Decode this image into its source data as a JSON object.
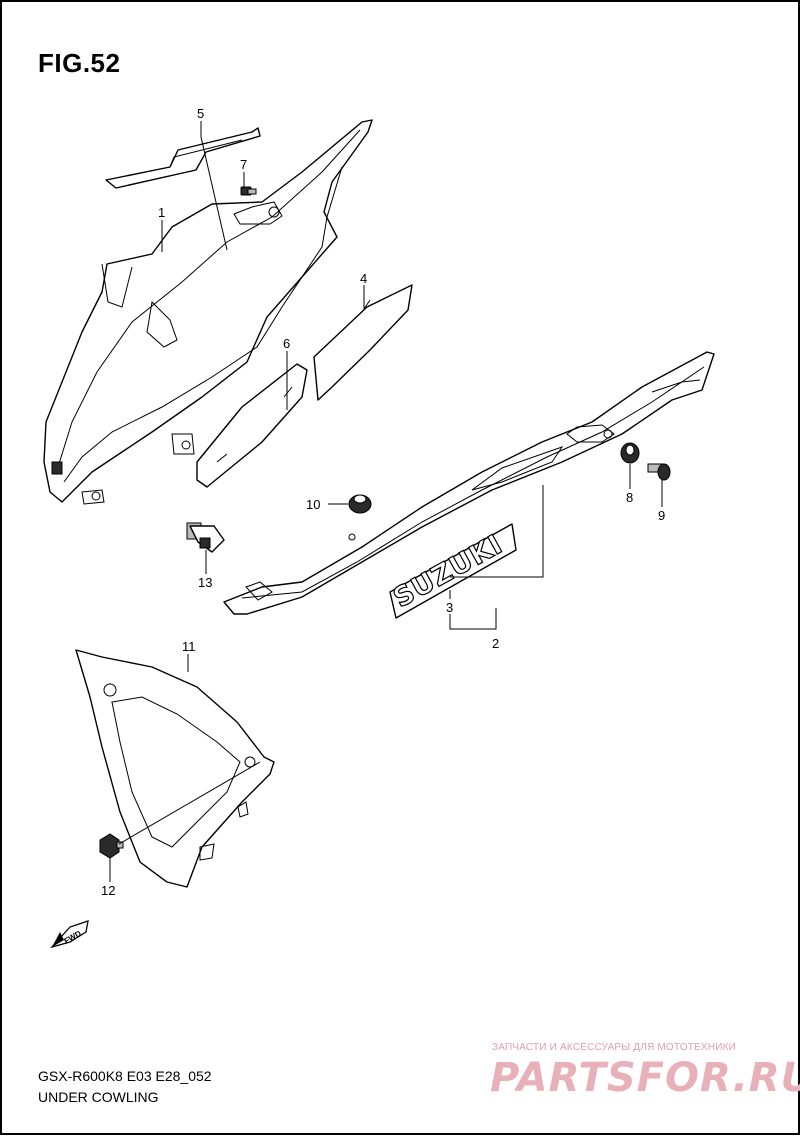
{
  "figure": {
    "title": "FIG.52",
    "model_code": "GSX-R600K8 E03 E28_052",
    "section_name": "UNDER COWLING"
  },
  "callouts": [
    "1",
    "2",
    "3",
    "4",
    "5",
    "6",
    "7",
    "8",
    "9",
    "10",
    "11",
    "12",
    "13"
  ],
  "decal_text": "SUZUKI",
  "fwd_label": "FWD",
  "watermark": {
    "tagline": "ЗАПЧАСТИ И АКСЕССУАРЫ ДЛЯ МОТОТЕХНИКИ",
    "logo": "PARTSFOR.RU"
  }
}
